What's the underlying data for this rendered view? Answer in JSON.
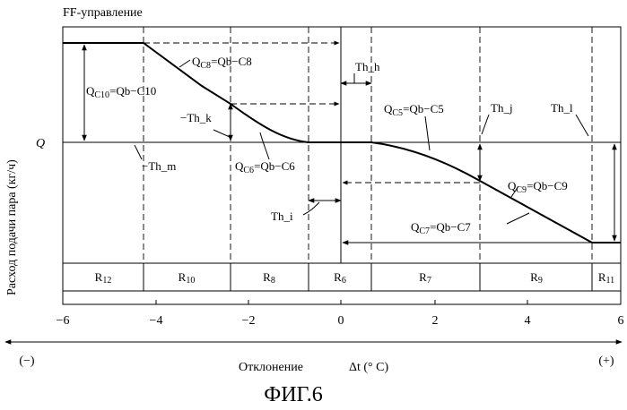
{
  "title": "FF-управление",
  "ylabel": "Расход подачи пара (кг/ч)",
  "q_label": "Q",
  "xlabel_main": "Отклонение",
  "xlabel_symbol": "Δt (° C)",
  "minus_label": "(−)",
  "plus_label": "(+)",
  "figure_label": "ФИГ.6",
  "x_ticks": [
    "−6",
    "−4",
    "−2",
    "0",
    "2",
    "4",
    "6"
  ],
  "equations": {
    "qc8": {
      "q": "Q",
      "sub": "C8",
      "rest": "=Qb−C8"
    },
    "qc10": {
      "q": "Q",
      "sub": "C10",
      "rest": "=Qb−C10"
    },
    "qc6": {
      "q": "Q",
      "sub": "C6",
      "rest": "=Qb−C6"
    },
    "qc5": {
      "q": "Q",
      "sub": "C5",
      "rest": "=Qb−C5"
    },
    "qc9": {
      "q": "Q",
      "sub": "C9",
      "rest": "=Qb−C9"
    },
    "qc7": {
      "q": "Q",
      "sub": "C7",
      "rest": "=Qb−C7"
    }
  },
  "thresholds": {
    "th_h": "Th_h",
    "th_k": "−Th_k",
    "th_m": "−Th_m",
    "th_i": "Th_i",
    "th_j": "Th_j",
    "th_l": "Th_l"
  },
  "regions": [
    {
      "r": "R",
      "sub": "12"
    },
    {
      "r": "R",
      "sub": "10"
    },
    {
      "r": "R",
      "sub": "8"
    },
    {
      "r": "R",
      "sub": "6"
    },
    {
      "r": "R",
      "sub": "7"
    },
    {
      "r": "R",
      "sub": "9"
    },
    {
      "r": "R",
      "sub": "11"
    }
  ]
}
